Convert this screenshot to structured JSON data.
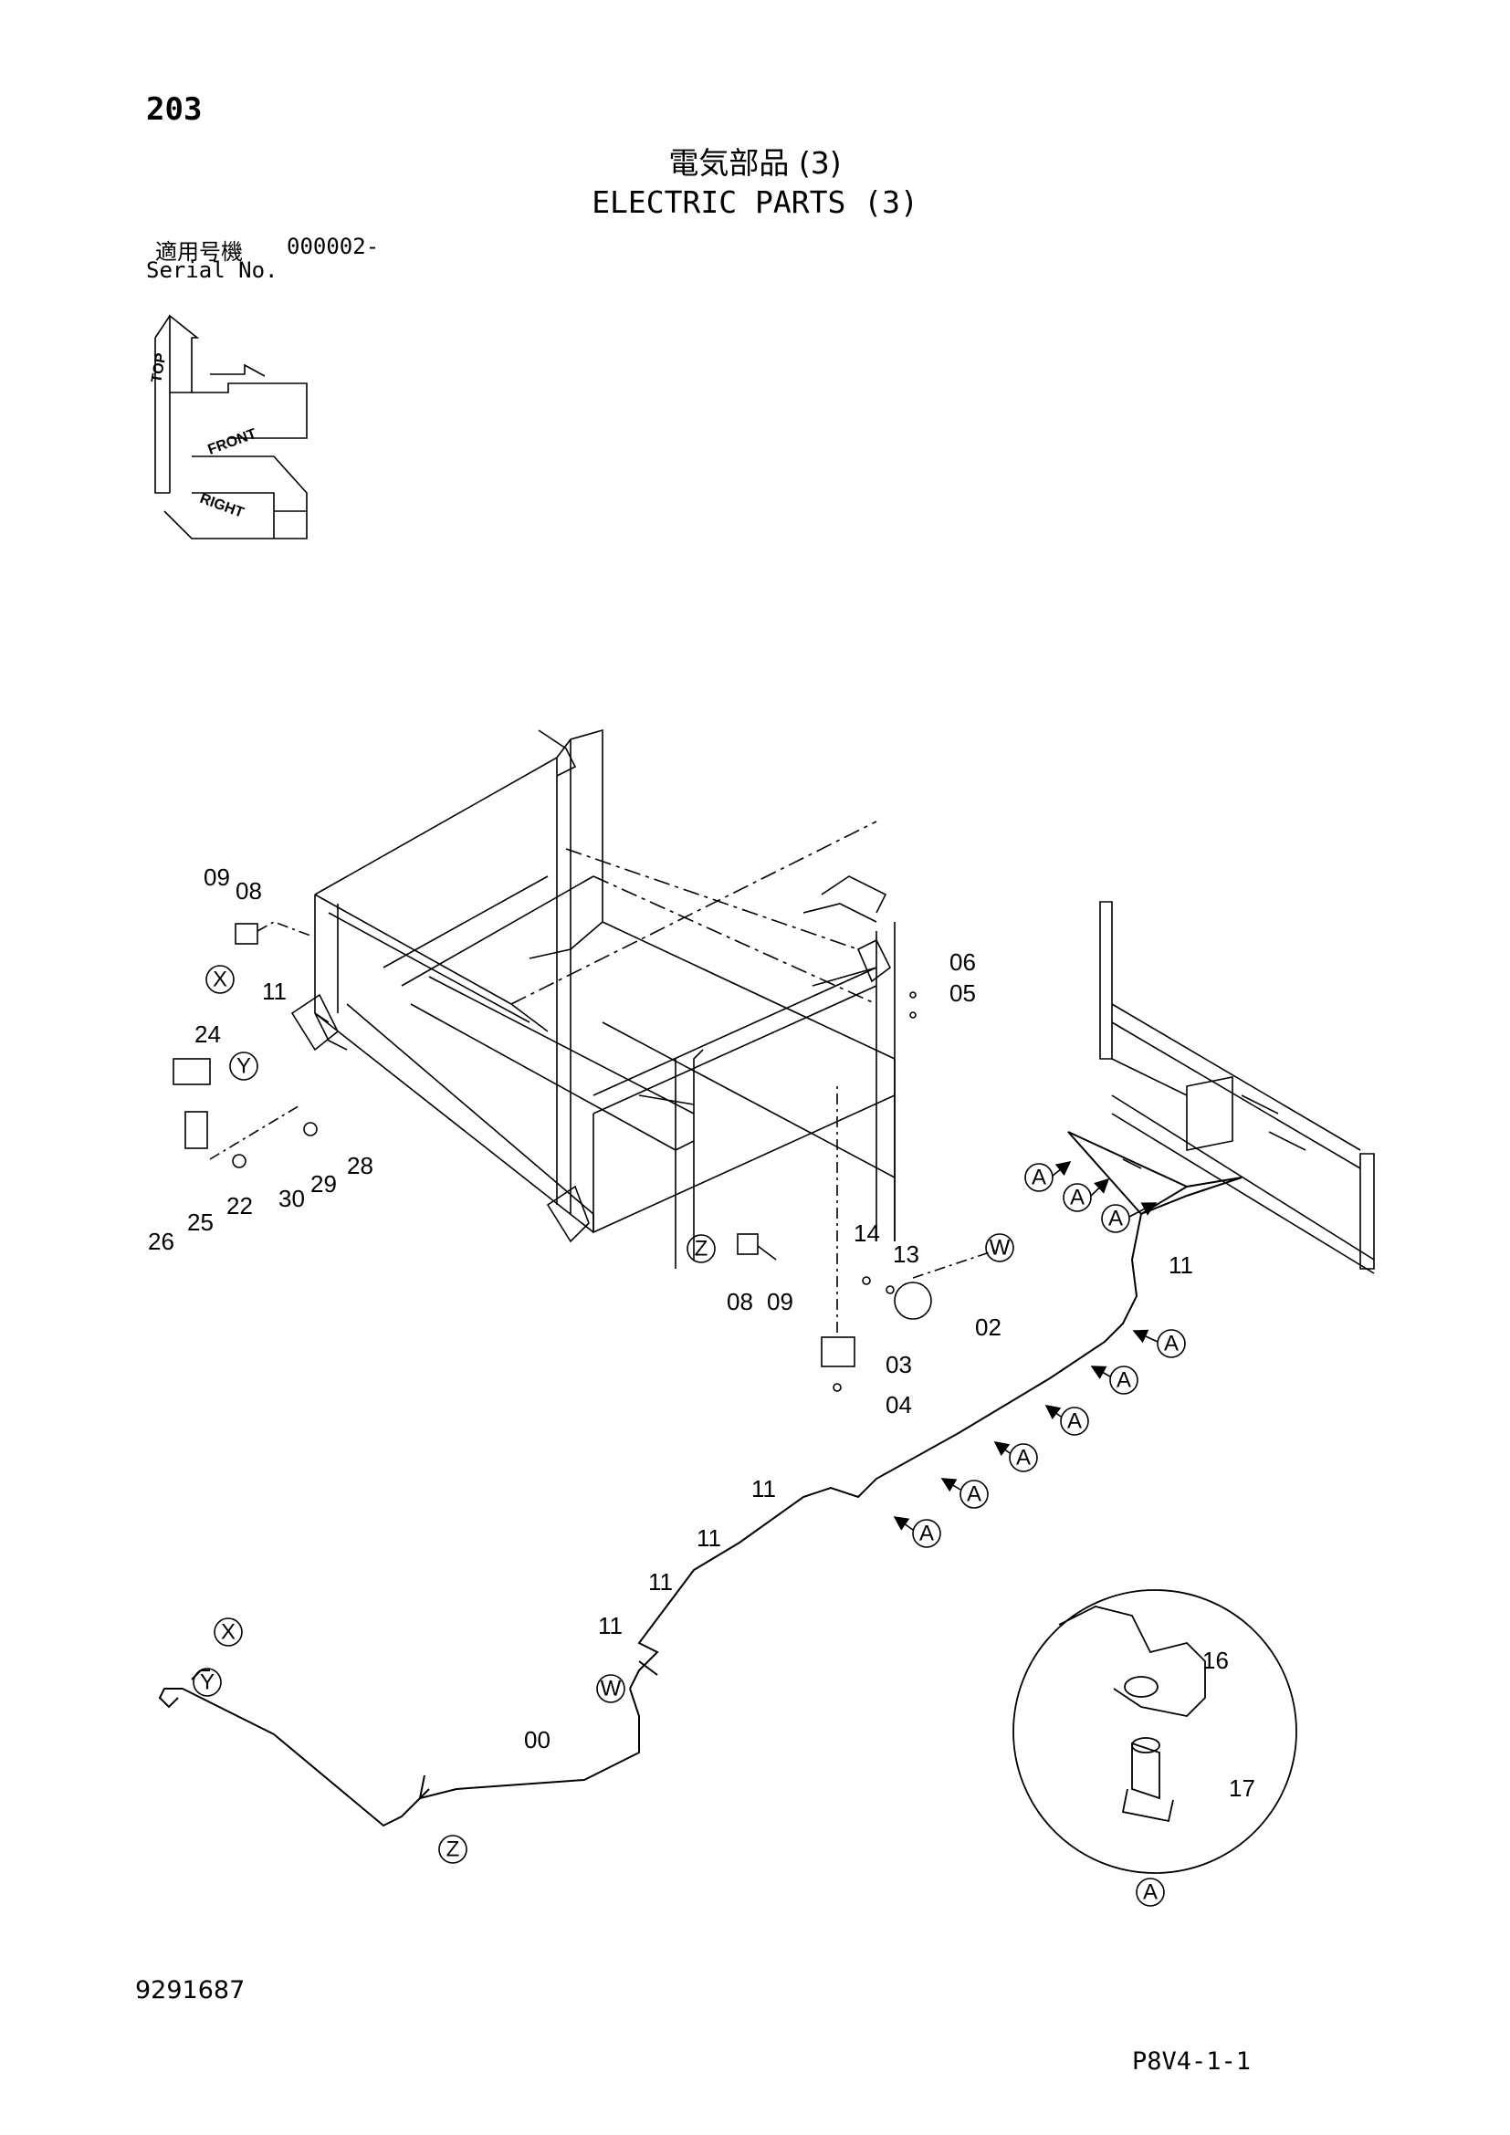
{
  "header": {
    "page_number": "203",
    "title_jp": "電気部品 (3)",
    "title_en": "ELECTRIC PARTS (3)",
    "serial_label_jp": "適用号機",
    "serial_value": "000002-",
    "serial_label_en": "Serial No."
  },
  "orientation": {
    "top": "TOP",
    "front": "FRONT",
    "right": "RIGHT"
  },
  "callouts": {
    "p00": "00",
    "p02": "02",
    "p03": "03",
    "p04": "04",
    "p05": "05",
    "p06": "06",
    "p08a": "08",
    "p08b": "08",
    "p09a": "09",
    "p09b": "09",
    "p11a": "11",
    "p11b": "11",
    "p11c": "11",
    "p11d": "11",
    "p11e": "11",
    "p11f": "11",
    "p13": "13",
    "p14": "14",
    "p16": "16",
    "p17": "17",
    "p22": "22",
    "p24": "24",
    "p25": "25",
    "p26": "26",
    "p28": "28",
    "p29": "29",
    "p30": "30"
  },
  "connector_refs": {
    "x1": "X",
    "x2": "X",
    "y1": "Y",
    "y2": "Y",
    "z1": "Z",
    "z2": "Z",
    "w1": "W",
    "w2": "W",
    "a": "A"
  },
  "footer": {
    "document_number": "9291687",
    "figure_code": "P8V4-1-1"
  }
}
